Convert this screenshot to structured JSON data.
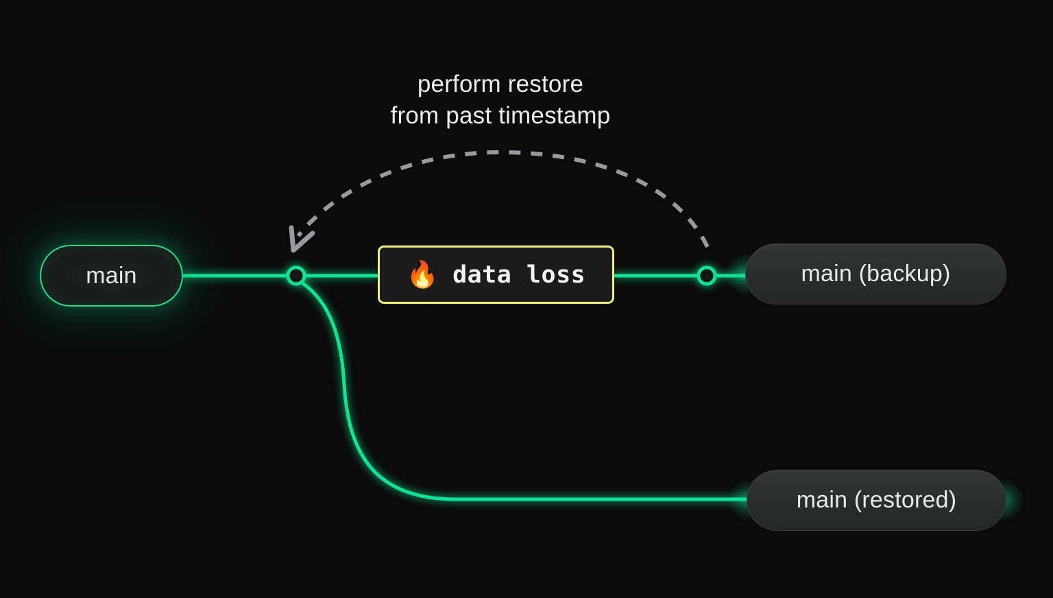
{
  "theme": {
    "background": "#0b0b0b",
    "accent_green": "#10e397",
    "warning_yellow": "#f2ef82",
    "edge_grey": "#9a9a9e",
    "text": "#eceded"
  },
  "caption": {
    "line1": "perform restore",
    "line2": "from past timestamp",
    "text": "perform restore\nfrom past timestamp"
  },
  "nodes": {
    "main": {
      "label": "main"
    },
    "backup": {
      "label": "main (backup)"
    },
    "restored": {
      "label": "main (restored)"
    },
    "branch_point": {
      "label": "branch-point"
    },
    "backup_point": {
      "label": "backup-point"
    }
  },
  "event": {
    "icon": "fire-emoji",
    "emoji": "🔥",
    "label": "data loss"
  },
  "edges": {
    "main_to_branch": "main → branch point",
    "branch_to_dataloss": "branch point → data loss",
    "dataloss_to_backup": "data loss → main (backup)",
    "branch_to_restored": "branch point → main (restored)",
    "restore_arrow": "main (backup) → restore point (dashed)"
  }
}
